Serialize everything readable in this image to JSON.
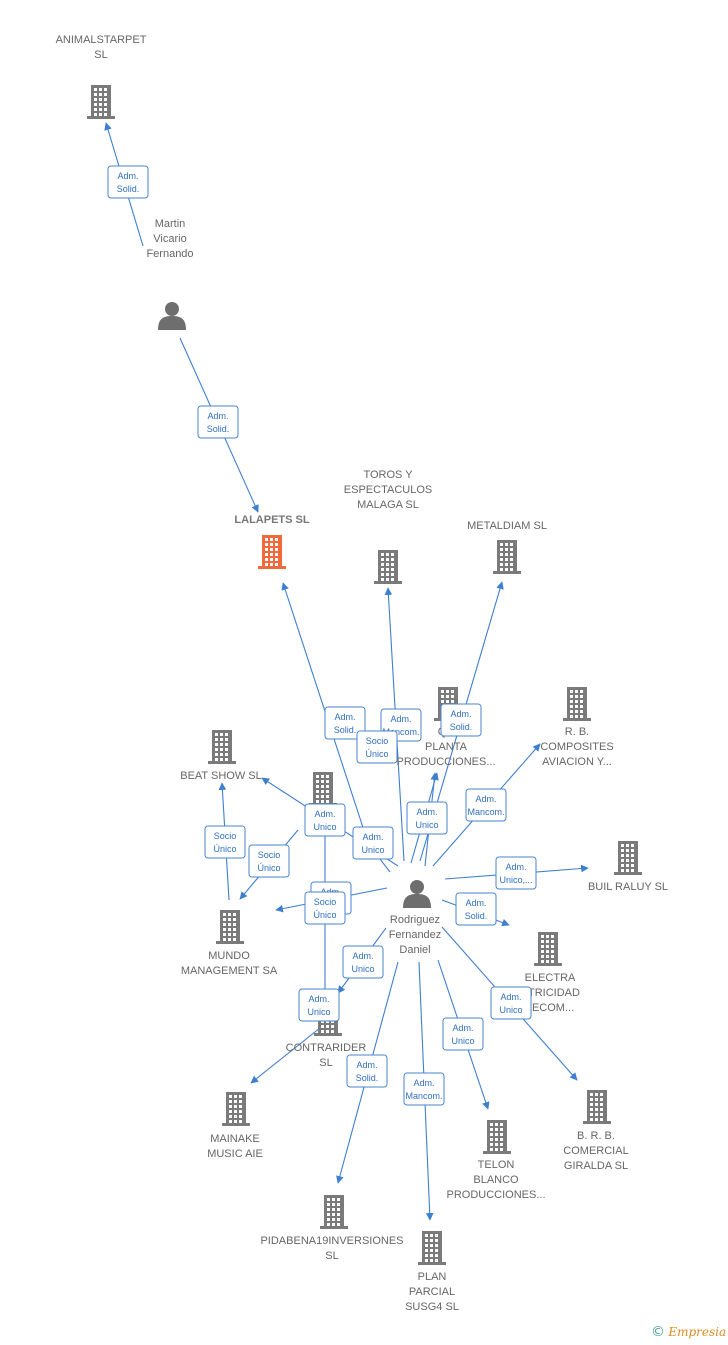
{
  "colors": {
    "building": "#7a7a7a",
    "highlight": "#f26a3c",
    "person": "#6e6e6e",
    "edge": "#3f7fd0"
  },
  "nodes": [
    {
      "id": "animalstarpet",
      "type": "company",
      "label": [
        "ANIMALSTARPET",
        "SL"
      ]
    },
    {
      "id": "martin",
      "type": "person",
      "label": [
        "Martin",
        "Vicario",
        "Fernando"
      ]
    },
    {
      "id": "lalapets",
      "type": "company",
      "highlight": true,
      "label": [
        "LALAPETS  SL"
      ]
    },
    {
      "id": "toros",
      "type": "company",
      "label": [
        "TOROS Y",
        "ESPECTACULOS",
        "MALAGA  SL"
      ]
    },
    {
      "id": "metaldiam",
      "type": "company",
      "label": [
        "METALDIAM  SL"
      ]
    },
    {
      "id": "planta",
      "type": "company",
      "label": [
        "QU",
        "PLANTA",
        "PRODUCCIONES..."
      ]
    },
    {
      "id": "rb_composites",
      "type": "company",
      "label": [
        "R.  B.",
        "COMPOSITES",
        "AVIACION Y..."
      ]
    },
    {
      "id": "beatshow",
      "type": "company",
      "label": [
        "BEAT SHOW  SL"
      ]
    },
    {
      "id": "gesx",
      "type": "company",
      "label": [
        "GES",
        "SL"
      ]
    },
    {
      "id": "builraluy",
      "type": "company",
      "label": [
        "BUIL RALUY SL"
      ]
    },
    {
      "id": "rodriguez",
      "type": "person",
      "label": [
        "Rodriguez",
        "Fernandez",
        "Daniel"
      ]
    },
    {
      "id": "mundo",
      "type": "company",
      "label": [
        "MUNDO",
        "MANAGEMENT SA"
      ]
    },
    {
      "id": "electra",
      "type": "company",
      "label": [
        "ELECTRA",
        "CTRICIDAD",
        "LECOM..."
      ]
    },
    {
      "id": "contrarider",
      "type": "company",
      "label": [
        "CONTRARIDER",
        "SL"
      ]
    },
    {
      "id": "mainake",
      "type": "company",
      "label": [
        "MAINAKE",
        "MUSIC AIE"
      ]
    },
    {
      "id": "brb_comercial",
      "type": "company",
      "label": [
        "B.  R. B.",
        "COMERCIAL",
        "GIRALDA SL"
      ]
    },
    {
      "id": "telon",
      "type": "company",
      "label": [
        "TELON",
        "BLANCO",
        "PRODUCCIONES..."
      ]
    },
    {
      "id": "pidabena",
      "type": "company",
      "label": [
        "PIDABENA19INVERSIONES",
        "SL"
      ]
    },
    {
      "id": "plan_parcial",
      "type": "company",
      "label": [
        "PLAN",
        "PARCIAL",
        "SUSG4  SL"
      ]
    }
  ],
  "relations": [
    {
      "from": "martin",
      "to": "animalstarpet",
      "label": [
        "Adm.",
        "Solid."
      ]
    },
    {
      "from": "martin",
      "to": "lalapets",
      "label": [
        "Adm.",
        "Solid."
      ]
    },
    {
      "from": "rodriguez",
      "to": "lalapets",
      "label": [
        "Adm.",
        "Solid."
      ]
    },
    {
      "from": "rodriguez",
      "to": "toros",
      "label": [
        "Adm.",
        "Mancom."
      ]
    },
    {
      "from": "rodriguez",
      "to": "metaldiam",
      "label": [
        "Adm.",
        "Solid."
      ]
    },
    {
      "from": "rodriguez",
      "to": "planta",
      "label": [
        "Socio",
        "Único"
      ]
    },
    {
      "from": "rodriguez",
      "to": "planta",
      "label": [
        "Adm.",
        "Unico"
      ]
    },
    {
      "from": "rodriguez",
      "to": "rb_composites",
      "label": [
        "Adm.",
        "Mancom."
      ]
    },
    {
      "from": "rodriguez",
      "to": "beatshow",
      "label": [
        "Adm.",
        "Unico"
      ]
    },
    {
      "from": "rodriguez",
      "to": "gesx",
      "label": [
        "Adm.",
        "Unico"
      ]
    },
    {
      "from": "mundo",
      "to": "beatshow",
      "label": [
        "Socio",
        "Único"
      ]
    },
    {
      "from": "gesx",
      "to": "mundo",
      "label": [
        "Socio",
        "Único"
      ]
    },
    {
      "from": "rodriguez",
      "to": "builraluy",
      "label": [
        "Adm.",
        "Unico,..."
      ]
    },
    {
      "from": "rodriguez",
      "to": "electra",
      "label": [
        "Adm.",
        "Solid."
      ]
    },
    {
      "from": "rodriguez",
      "to": "mundo",
      "label": [
        "Adm.",
        "Unico"
      ]
    },
    {
      "from": "gesx",
      "to": "contrarider",
      "label": [
        "Socio",
        "Único"
      ]
    },
    {
      "from": "rodriguez",
      "to": "contrarider",
      "label": [
        "Adm.",
        "Unico"
      ]
    },
    {
      "from": "contrarider",
      "to": "mainake",
      "label": [
        "Adm.",
        "Unico"
      ]
    },
    {
      "from": "rodriguez",
      "to": "brb_comercial",
      "label": [
        "Adm.",
        "Unico"
      ]
    },
    {
      "from": "rodriguez",
      "to": "telon",
      "label": [
        "Adm.",
        "Unico"
      ]
    },
    {
      "from": "rodriguez",
      "to": "pidabena",
      "label": [
        "Adm.",
        "Solid."
      ]
    },
    {
      "from": "rodriguez",
      "to": "plan_parcial",
      "label": [
        "Adm.",
        "Mancom."
      ]
    }
  ],
  "footer": {
    "copyright": "©",
    "brand": "Empresia"
  }
}
